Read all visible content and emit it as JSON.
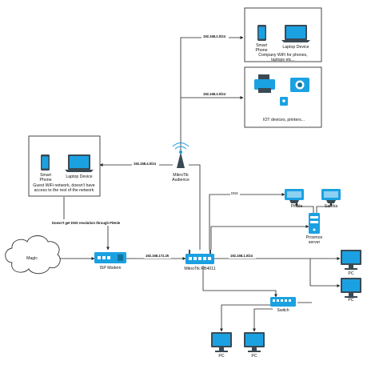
{
  "nodes": {
    "company_box": {
      "smartphone": "Smart\nPhone",
      "laptop": "Laptop Device",
      "caption": "Company WiFi for phones,\nlaptops etc..."
    },
    "iot_box": {
      "caption": "IOT devices, printers..."
    },
    "guest_box": {
      "smartphone": "Smart\nPhone",
      "laptop": "Laptop Device",
      "caption": "Guest WiFi network, doesn't have\naccess to the rest of the network"
    },
    "audience": "MikroTik\nAudience",
    "magic": "Magic",
    "isp_modem": "ISP Modem",
    "router": "MikroTik RB4011",
    "pihole": "Pihole",
    "samba": "Samba",
    "proxmox": "Proxmox\nserver",
    "switch": "Switch",
    "pc": "PC"
  },
  "edge_labels": {
    "company_subnet": "192.168.2.0/24",
    "iot_subnet": "192.168.3.0/24",
    "guest_subnet": "192.168.4.0/24",
    "dns_note": "Doesn't get DNS resolution through PiHole",
    "wan_subnet": "192.168.172.25",
    "lan_subnet": "192.168.1.0/24",
    "dns": "DNS"
  },
  "colors": {
    "device": "#1ba1e2",
    "device_dark": "#10739e",
    "line": "#222222"
  }
}
